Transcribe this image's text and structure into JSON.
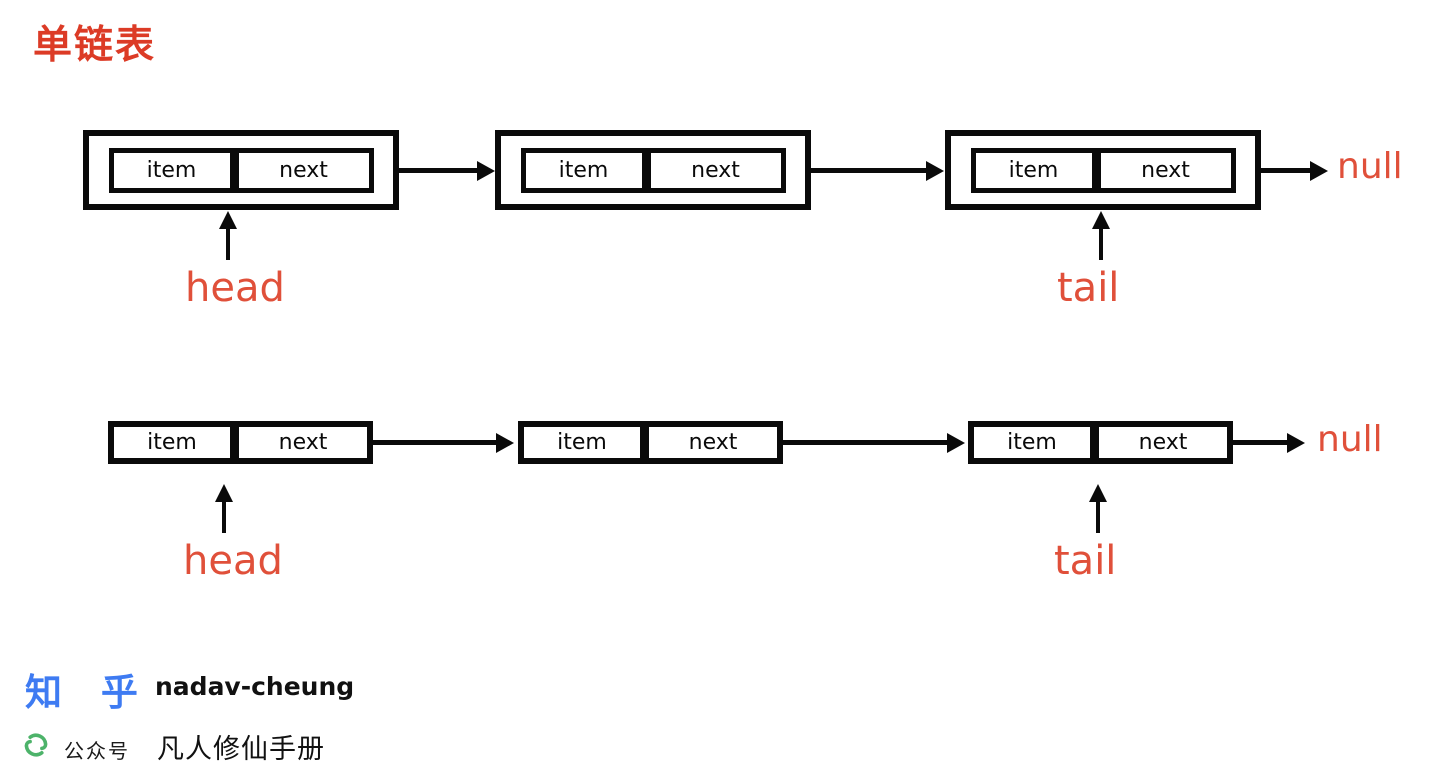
{
  "title": "单链表",
  "colors": {
    "title_red": "#dc3b26",
    "label_red": "#e0503a",
    "line_black": "#0a0a0a",
    "zhihu_blue": "#3e7bf2",
    "wechat_green": "#4db36a"
  },
  "diagram": {
    "rows": [
      {
        "style": "double-border-nodes",
        "nodes": [
          {
            "item": "item",
            "next": "next"
          },
          {
            "item": "item",
            "next": "next"
          },
          {
            "item": "item",
            "next": "next"
          }
        ],
        "head_label": "head",
        "tail_label": "tail",
        "terminal_label": "null"
      },
      {
        "style": "single-border-nodes",
        "nodes": [
          {
            "item": "item",
            "next": "next"
          },
          {
            "item": "item",
            "next": "next"
          },
          {
            "item": "item",
            "next": "next"
          }
        ],
        "head_label": "head",
        "tail_label": "tail",
        "terminal_label": "null"
      }
    ]
  },
  "footer": {
    "zhihu_logo_text": "知 乎",
    "zhihu_username": "nadav-cheung",
    "wechat_icon": "swirl-circle-icon",
    "wechat_platform_label": "公众号",
    "wechat_account_name": "凡人修仙手册"
  }
}
